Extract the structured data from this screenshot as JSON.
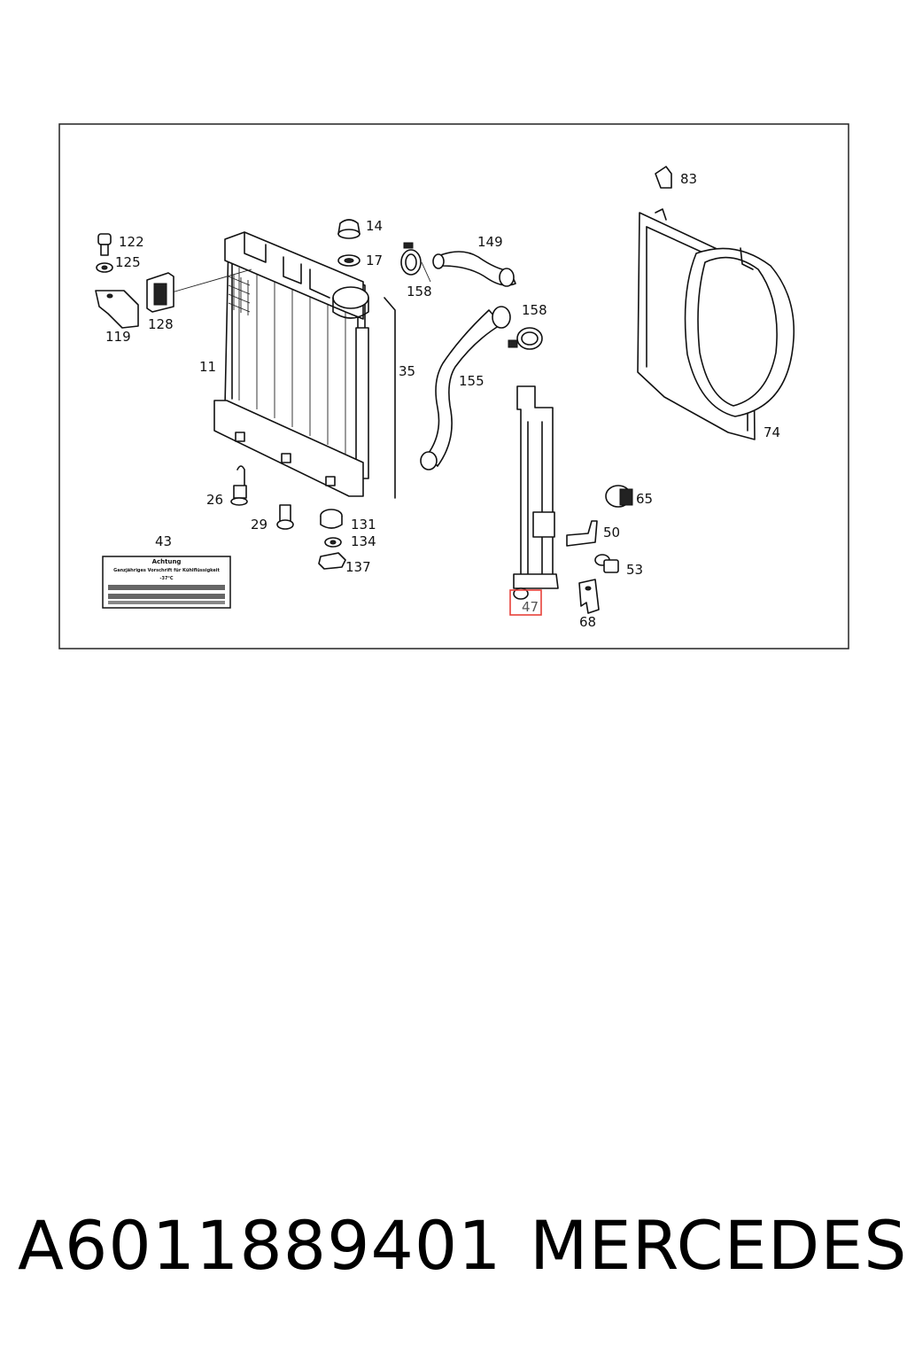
{
  "diagram": {
    "labels": {
      "p11": "11",
      "p14": "14",
      "p17": "17",
      "p26": "26",
      "p29": "29",
      "p35": "35",
      "p43": "43",
      "p47": "47",
      "p50": "50",
      "p53": "53",
      "p65": "65",
      "p68": "68",
      "p74": "74",
      "p83": "83",
      "p119": "119",
      "p122": "122",
      "p125": "125",
      "p128": "128",
      "p131": "131",
      "p134": "134",
      "p137": "137",
      "p149": "149",
      "p155": "155",
      "p158a": "158",
      "p158b": "158"
    },
    "highlighted_part": "47",
    "highlight_color": "#e8413a",
    "warning_label": {
      "title": "Achtung",
      "line1": "Ganzjähriges Vorschrift für Kühlflüssigkeit",
      "line2": "-37°C"
    }
  },
  "caption": {
    "part_number": "A6011889401",
    "brand": "MERCEDES"
  }
}
